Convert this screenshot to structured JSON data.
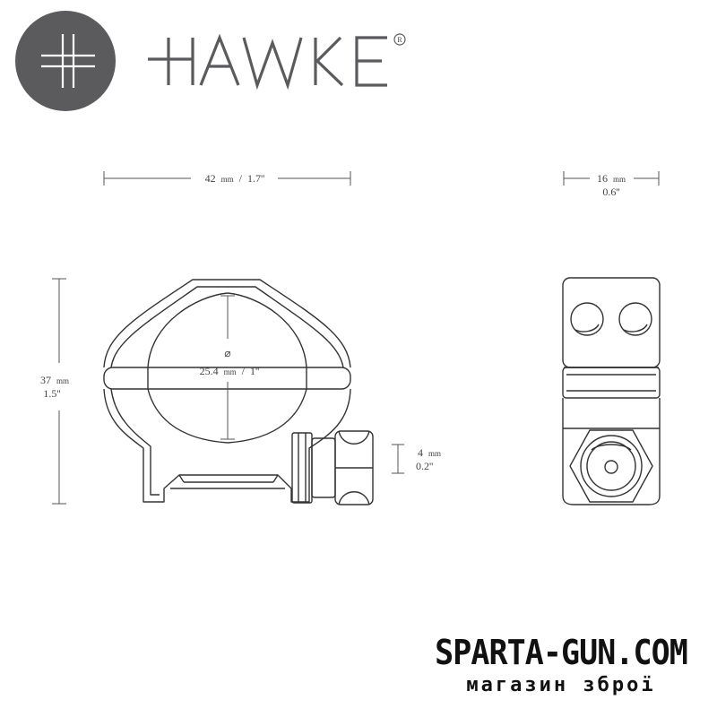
{
  "brand": {
    "name": "HAWKE",
    "registered_mark": "®"
  },
  "dimensions": {
    "length": {
      "value": "42",
      "unit": "mm",
      "sep": "/",
      "imperial": "1.7''"
    },
    "width": {
      "value": "16",
      "unit": "mm",
      "imperial": "0.6''"
    },
    "height": {
      "value": "37",
      "unit": "mm",
      "imperial": "1.5''"
    },
    "diameter": {
      "symbol": "⌀",
      "value": "25.4",
      "unit": "mm",
      "sep": "/",
      "imperial": "1''"
    },
    "screw": {
      "value": "4",
      "unit": "mm",
      "imperial": "0.2''"
    }
  },
  "watermark": {
    "title": "SPARTA-GUN.COM",
    "subtitle": "магазин зброї"
  },
  "colors": {
    "logo_circle": "#5b5b5e",
    "line": "#333333",
    "text": "#444444"
  }
}
